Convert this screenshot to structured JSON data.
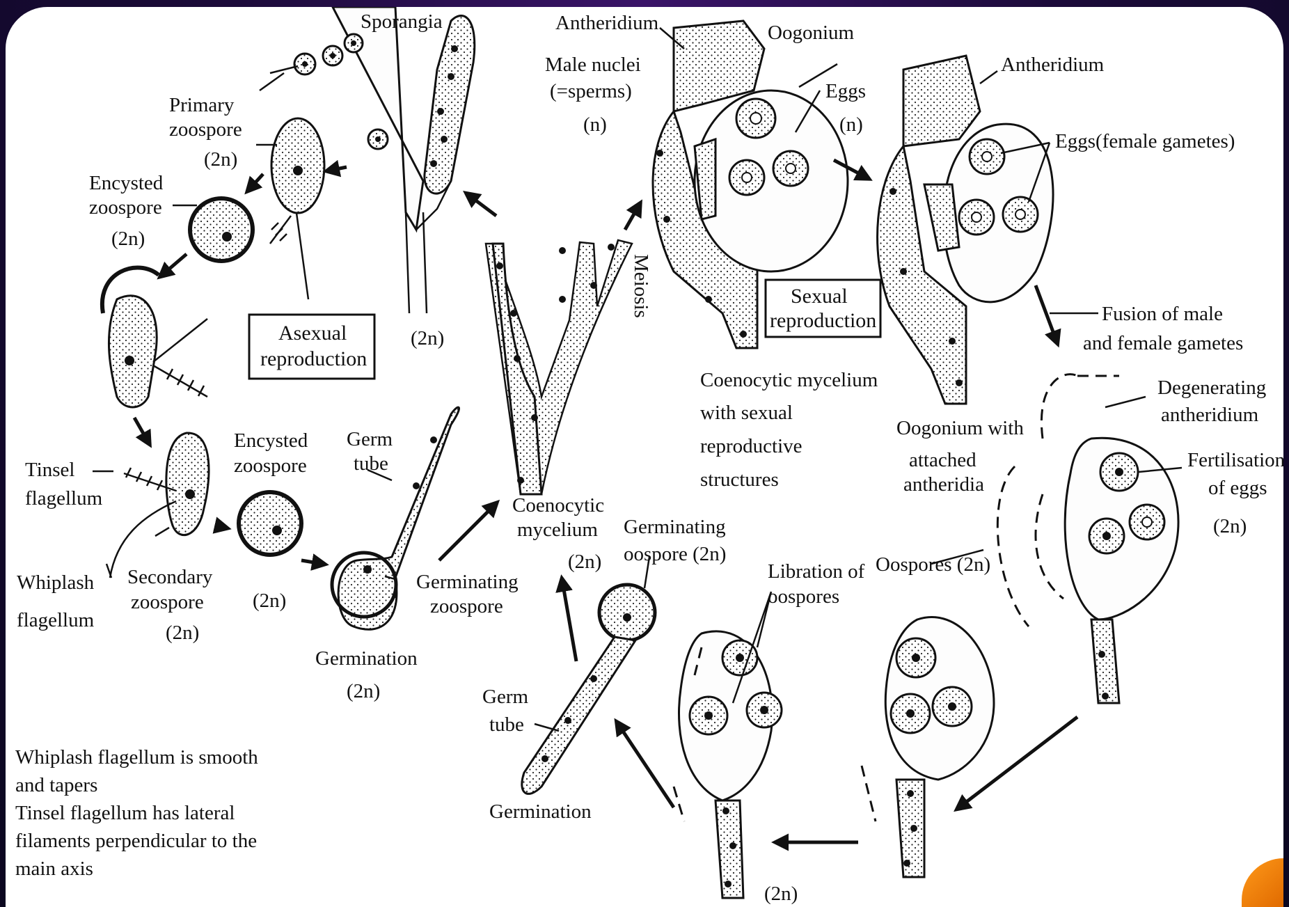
{
  "labels": {
    "sporangia": "Sporangia",
    "primary_zoospore": [
      "Primary",
      "zoospore",
      "(2n)"
    ],
    "encysted_zoospore_1": [
      "Encysted",
      "zoospore",
      "(2n)"
    ],
    "asexual_reproduction": [
      "Asexual",
      "reproduction"
    ],
    "sporangia_ploidy": "(2n)",
    "tinsel_flagellum": [
      "Tinsel",
      "flagellum"
    ],
    "whiplash_flagellum": [
      "Whiplash",
      "flagellum"
    ],
    "secondary_zoospore": [
      "Secondary",
      "zoospore",
      "(2n)"
    ],
    "encysted_zoospore_2": [
      "Encysted",
      "zoospore"
    ],
    "encysted_zoospore_2_ploidy": "(2n)",
    "germ_tube_1": [
      "Germ",
      "tube"
    ],
    "germinating_zoospore": [
      "Germinating",
      "zoospore"
    ],
    "germination_1": [
      "Germination",
      "(2n)"
    ],
    "coenocytic_mycelium": [
      "Coenocytic",
      "mycelium",
      "(2n)"
    ],
    "meiosis": "Meiosis",
    "antheridium_1": "Antheridium",
    "oogonium": "Oogonium",
    "male_nuclei": [
      "Male nuclei",
      "(=sperms)",
      "(n)"
    ],
    "eggs_1": [
      "Eggs",
      "(n)"
    ],
    "sexual_reproduction": [
      "Sexual",
      "reproduction"
    ],
    "coenocytic_mycelium_sexual": [
      "Coenocytic mycelium",
      "with sexual",
      "reproductive",
      "structures"
    ],
    "antheridium_2": "Antheridium",
    "eggs_female_gametes": "Eggs(female gametes)",
    "oogonium_with_antheridia": [
      "Oogonium with",
      "attached",
      "antheridia"
    ],
    "fusion": [
      "Fusion of male",
      "and female gametes"
    ],
    "degenerating_antheridium": [
      "Degenerating",
      "antheridium"
    ],
    "fertilisation": [
      "Fertilisation",
      "of eggs",
      "(2n)"
    ],
    "oospores": "Oospores (2n)",
    "libration_of_oospores": [
      "Libration of",
      "oospores"
    ],
    "germinating_oospore": [
      "Germinating",
      "oospore (2n)"
    ],
    "germ_tube_2": [
      "Germ",
      "tube"
    ],
    "germination_2": "Germination",
    "bottom_ploidy": "(2n)"
  },
  "notes": [
    "Whiplash flagellum is smooth",
    "and tapers",
    "Tinsel flagellum has lateral",
    "filaments perpendicular to the",
    "main axis"
  ],
  "colors": {
    "background": "#1c0b3a",
    "slide": "#ffffff",
    "accent": "#ff9a1a"
  }
}
